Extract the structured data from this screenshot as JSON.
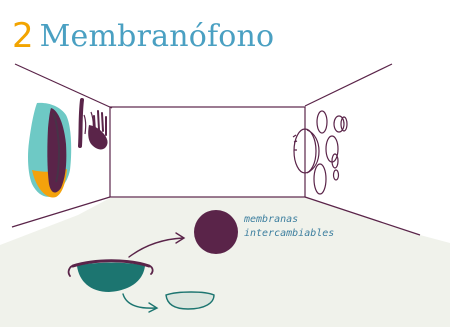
{
  "title": {
    "number": "2",
    "text": "Membranófono"
  },
  "annotation": {
    "line1": "membranas",
    "line2": "intercambiables"
  },
  "colors": {
    "title_number": "#f2a400",
    "title_text": "#4aa0c2",
    "outline": "#5a2449",
    "room_floor": "#f0f2eb",
    "teal": "#6ec9c5",
    "orange": "#f4a20c",
    "dark_purple": "#5a2449",
    "dark_green": "#1c7570",
    "light_green": "#dce6df"
  },
  "icons": {
    "left_drum": "drum-side-icon",
    "right_drums": "wall-drums-icon",
    "membrane": "membrane-disc-icon",
    "drum_bowl": "drum-bowl-icon",
    "spare_membrane": "spare-membrane-icon",
    "hand": "hand-icon",
    "arrow": "curved-arrow-icon"
  }
}
